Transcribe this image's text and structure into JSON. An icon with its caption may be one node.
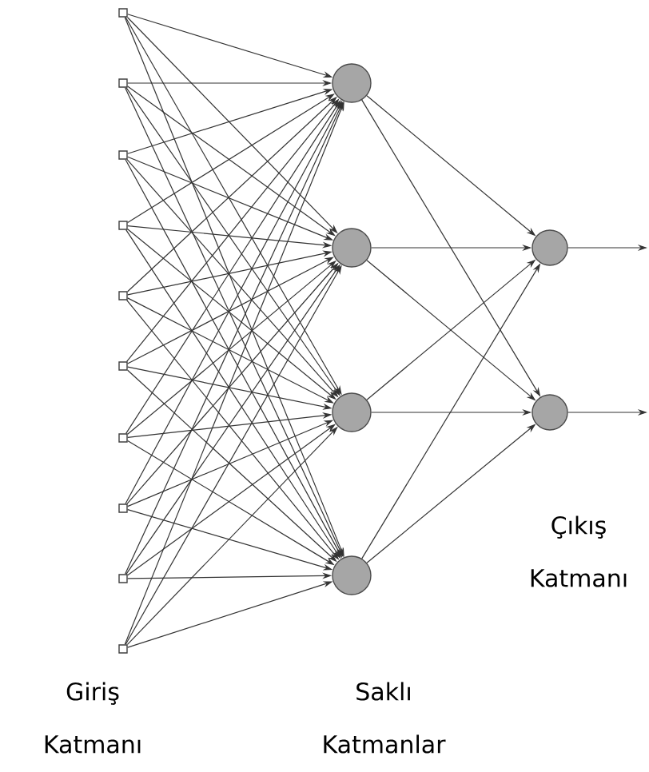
{
  "diagram": {
    "nodes": [
      {
        "text": [],
        "shape": "box"
      },
      {
        "text": [],
        "shape": "box"
      },
      {
        "text": [],
        "shape": "box"
      },
      {
        "text": [],
        "shape": "box"
      },
      {
        "text": [],
        "shape": "box"
      },
      {
        "text": [],
        "shape": "box"
      },
      {
        "text": [],
        "shape": "box"
      },
      {
        "text": [],
        "shape": "box"
      },
      {
        "text": [],
        "shape": "box"
      },
      {
        "text": [],
        "shape": "box"
      },
      {
        "text": [],
        "shape": "circle"
      },
      {
        "text": [],
        "shape": "circle"
      },
      {
        "text": [],
        "shape": "circle"
      },
      {
        "text": [],
        "shape": "circle"
      },
      {
        "text": [],
        "shape": "circle"
      },
      {
        "text": [],
        "shape": "circle"
      }
    ],
    "edges": [
      {
        "from": 0,
        "to": 10,
        "arrow": "to"
      },
      {
        "from": 0,
        "to": 11,
        "arrow": "to"
      },
      {
        "from": 0,
        "to": 12,
        "arrow": "to"
      },
      {
        "from": 0,
        "to": 13,
        "arrow": "to"
      },
      {
        "from": 1,
        "to": 10,
        "arrow": "to"
      },
      {
        "from": 1,
        "to": 11,
        "arrow": "to"
      },
      {
        "from": 1,
        "to": 12,
        "arrow": "to"
      },
      {
        "from": 1,
        "to": 13,
        "arrow": "to"
      },
      {
        "from": 2,
        "to": 10,
        "arrow": "to"
      },
      {
        "from": 2,
        "to": 11,
        "arrow": "to"
      },
      {
        "from": 2,
        "to": 12,
        "arrow": "to"
      },
      {
        "from": 2,
        "to": 13,
        "arrow": "to"
      },
      {
        "from": 3,
        "to": 10,
        "arrow": "to"
      },
      {
        "from": 3,
        "to": 11,
        "arrow": "to"
      },
      {
        "from": 3,
        "to": 12,
        "arrow": "to"
      },
      {
        "from": 3,
        "to": 13,
        "arrow": "to"
      },
      {
        "from": 4,
        "to": 10,
        "arrow": "to"
      },
      {
        "from": 4,
        "to": 11,
        "arrow": "to"
      },
      {
        "from": 4,
        "to": 12,
        "arrow": "to"
      },
      {
        "from": 4,
        "to": 13,
        "arrow": "to"
      },
      {
        "from": 5,
        "to": 10,
        "arrow": "to"
      },
      {
        "from": 5,
        "to": 11,
        "arrow": "to"
      },
      {
        "from": 5,
        "to": 12,
        "arrow": "to"
      },
      {
        "from": 5,
        "to": 13,
        "arrow": "to"
      },
      {
        "from": 6,
        "to": 10,
        "arrow": "to"
      },
      {
        "from": 6,
        "to": 11,
        "arrow": "to"
      },
      {
        "from": 6,
        "to": 12,
        "arrow": "to"
      },
      {
        "from": 6,
        "to": 13,
        "arrow": "to"
      },
      {
        "from": 7,
        "to": 10,
        "arrow": "to"
      },
      {
        "from": 7,
        "to": 11,
        "arrow": "to"
      },
      {
        "from": 7,
        "to": 12,
        "arrow": "to"
      },
      {
        "from": 7,
        "to": 13,
        "arrow": "to"
      },
      {
        "from": 8,
        "to": 10,
        "arrow": "to"
      },
      {
        "from": 8,
        "to": 11,
        "arrow": "to"
      },
      {
        "from": 8,
        "to": 12,
        "arrow": "to"
      },
      {
        "from": 8,
        "to": 13,
        "arrow": "to"
      },
      {
        "from": 9,
        "to": 10,
        "arrow": "to"
      },
      {
        "from": 9,
        "to": 11,
        "arrow": "to"
      },
      {
        "from": 9,
        "to": 12,
        "arrow": "to"
      },
      {
        "from": 9,
        "to": 13,
        "arrow": "to"
      },
      {
        "from": 10,
        "to": 14,
        "arrow": "to"
      },
      {
        "from": 10,
        "to": 15,
        "arrow": "to"
      },
      {
        "from": 11,
        "to": 14,
        "arrow": "to"
      },
      {
        "from": 11,
        "to": 15,
        "arrow": "to"
      },
      {
        "from": 12,
        "to": 14,
        "arrow": "to"
      },
      {
        "from": 12,
        "to": 15,
        "arrow": "to"
      },
      {
        "from": 13,
        "to": 14,
        "arrow": "to"
      },
      {
        "from": 13,
        "to": 15,
        "arrow": "to"
      },
      {
        "from": 14,
        "to": null,
        "arrow": "to"
      },
      {
        "from": 15,
        "to": null,
        "arrow": "to"
      }
    ],
    "labels": [
      "Çıkış Katmanı",
      "Giriş Katmanı",
      "Saklı Katmanlar"
    ]
  }
}
